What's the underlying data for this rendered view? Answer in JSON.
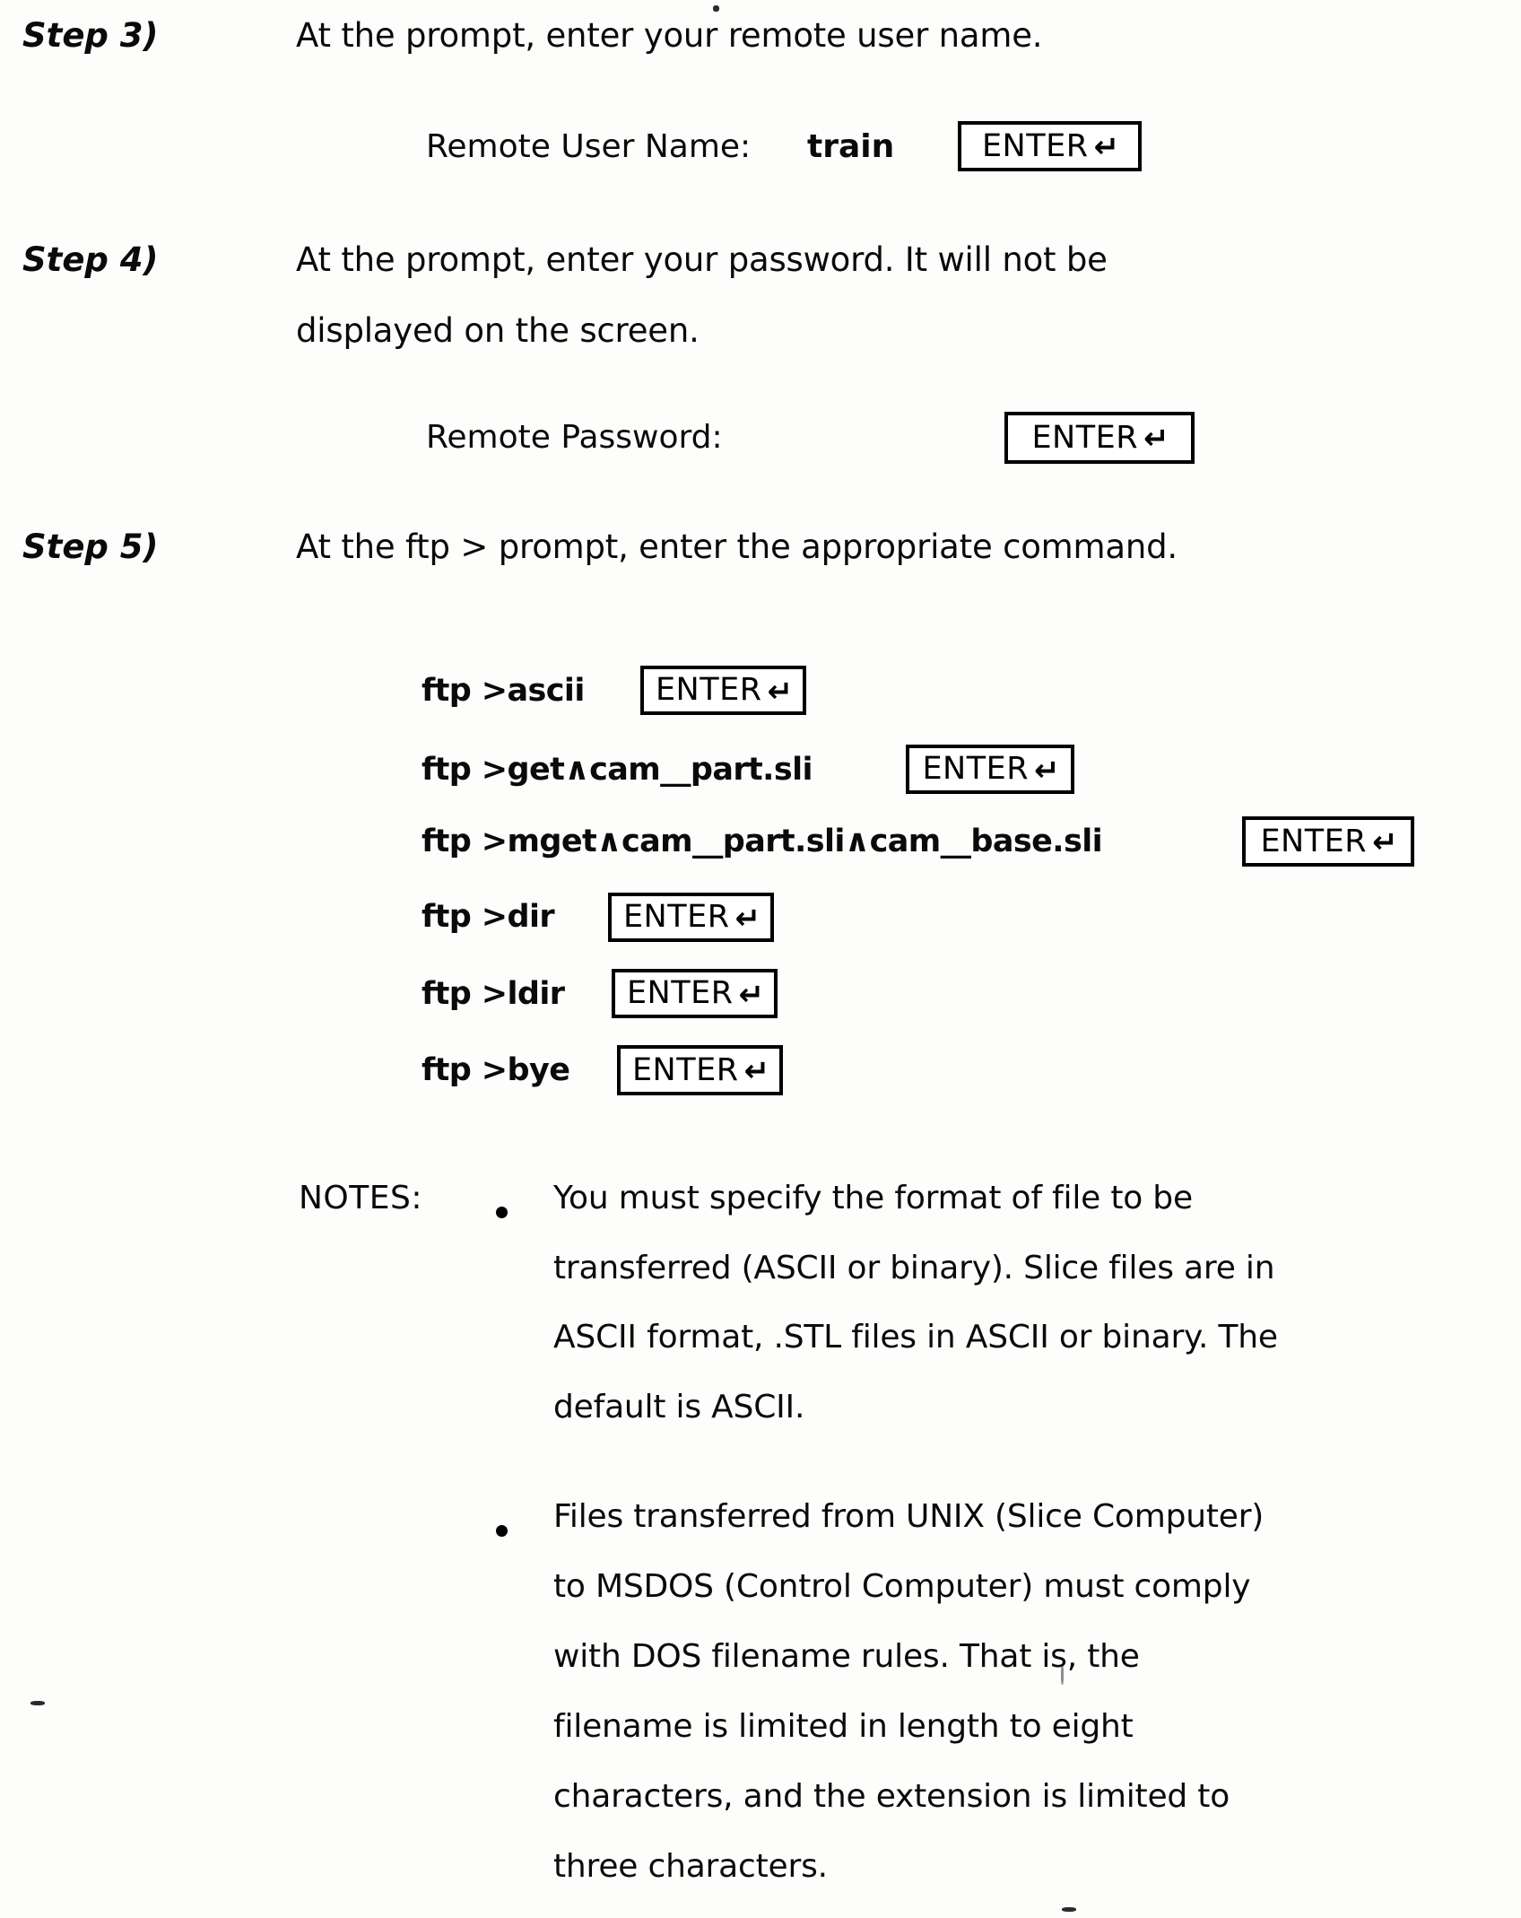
{
  "document": {
    "steps": [
      {
        "label": "Step 3)",
        "lines": [
          "At the prompt, enter your remote user name."
        ],
        "prompt": {
          "label": "Remote User Name:",
          "value": "train",
          "key": {
            "text": "ENTER",
            "arrow": "↵"
          }
        }
      },
      {
        "label": "Step 4)",
        "lines": [
          "At the prompt, enter your password.  It will not be",
          "displayed on the screen."
        ],
        "prompt": {
          "label": "Remote Password:",
          "value": "",
          "key": {
            "text": "ENTER",
            "arrow": "↵"
          }
        }
      },
      {
        "label": "Step 5)",
        "lines": [
          "At the ftp > prompt, enter the appropriate command."
        ],
        "commands": [
          {
            "prompt": "ftp >",
            "command": "ascii",
            "key": {
              "text": "ENTER",
              "arrow": "↵"
            }
          },
          {
            "prompt": "ftp >",
            "command": "get∧cam__part.sli",
            "key": {
              "text": "ENTER",
              "arrow": "↵"
            }
          },
          {
            "prompt": "ftp >",
            "command": "mget∧cam__part.sli∧cam__base.sli",
            "key": {
              "text": "ENTER",
              "arrow": "↵"
            }
          },
          {
            "prompt": "ftp >",
            "command": "dir",
            "key": {
              "text": "ENTER",
              "arrow": "↵"
            }
          },
          {
            "prompt": "ftp >",
            "command": "ldir",
            "key": {
              "text": "ENTER",
              "arrow": "↵"
            }
          },
          {
            "prompt": "ftp >",
            "command": "bye",
            "key": {
              "text": "ENTER",
              "arrow": "↵"
            }
          }
        ]
      }
    ],
    "notes": {
      "label": "NOTES:",
      "bullets": [
        {
          "lines": [
            "You must specify the format of file to be",
            "transferred (ASCII or binary).  Slice files are in",
            "ASCII format, .STL files in ASCII or binary.  The",
            "default is ASCII."
          ]
        },
        {
          "lines": [
            "Files transferred from UNIX (Slice Computer)",
            "to MSDOS (Control Computer) must comply",
            "with DOS filename rules.  That is, the",
            "filename is limited in length to eight",
            "characters, and the extension is limited to",
            "three characters."
          ]
        }
      ]
    }
  }
}
